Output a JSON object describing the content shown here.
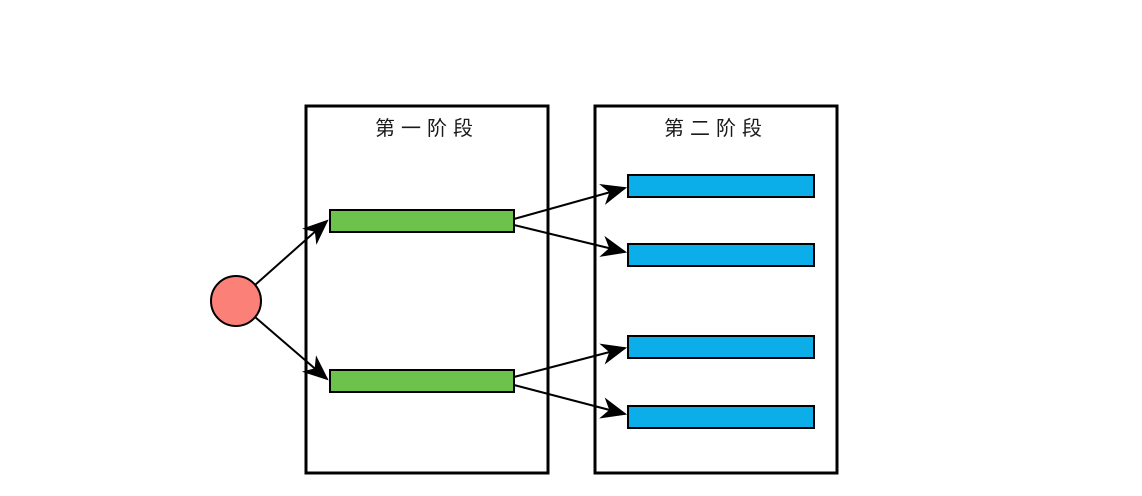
{
  "diagram": {
    "background_color": "#ffffff",
    "outline_color": "#000000",
    "start_node": {
      "shape": "circle",
      "color": "#fb8178"
    },
    "stage1": {
      "title": "第一阶段",
      "bar_color": "#6cc24a",
      "bar_count": 2
    },
    "stage2": {
      "title": "第二阶段",
      "bar_color": "#0baee9",
      "bar_count": 4
    },
    "connections": [
      {
        "from": "start-node",
        "to": "stage1-bar-1"
      },
      {
        "from": "start-node",
        "to": "stage1-bar-2"
      },
      {
        "from": "stage1-bar-1",
        "to": "stage2-bar-1"
      },
      {
        "from": "stage1-bar-1",
        "to": "stage2-bar-2"
      },
      {
        "from": "stage1-bar-2",
        "to": "stage2-bar-3"
      },
      {
        "from": "stage1-bar-2",
        "to": "stage2-bar-4"
      }
    ]
  }
}
